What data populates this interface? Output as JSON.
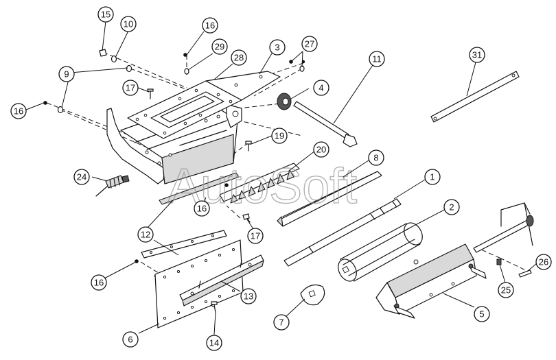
{
  "watermark": "AutoSoft",
  "callouts": [
    {
      "id": "c1",
      "label": "1"
    },
    {
      "id": "c2",
      "label": "2"
    },
    {
      "id": "c3",
      "label": "3"
    },
    {
      "id": "c4",
      "label": "4"
    },
    {
      "id": "c5",
      "label": "5"
    },
    {
      "id": "c6",
      "label": "6"
    },
    {
      "id": "c7",
      "label": "7"
    },
    {
      "id": "c8",
      "label": "8"
    },
    {
      "id": "c9",
      "label": "9"
    },
    {
      "id": "c10",
      "label": "10"
    },
    {
      "id": "c11",
      "label": "11"
    },
    {
      "id": "c12",
      "label": "12"
    },
    {
      "id": "c13",
      "label": "13"
    },
    {
      "id": "c14",
      "label": "14"
    },
    {
      "id": "c15",
      "label": "15"
    },
    {
      "id": "c16a",
      "label": "16"
    },
    {
      "id": "c16b",
      "label": "16"
    },
    {
      "id": "c16c",
      "label": "16"
    },
    {
      "id": "c16d",
      "label": "16"
    },
    {
      "id": "c17a",
      "label": "17"
    },
    {
      "id": "c17b",
      "label": "17"
    },
    {
      "id": "c19",
      "label": "19"
    },
    {
      "id": "c20",
      "label": "20"
    },
    {
      "id": "c24",
      "label": "24"
    },
    {
      "id": "c25",
      "label": "25"
    },
    {
      "id": "c26",
      "label": "26"
    },
    {
      "id": "c27",
      "label": "27"
    },
    {
      "id": "c28",
      "label": "28"
    },
    {
      "id": "c29",
      "label": "29"
    },
    {
      "id": "c31",
      "label": "31"
    }
  ]
}
